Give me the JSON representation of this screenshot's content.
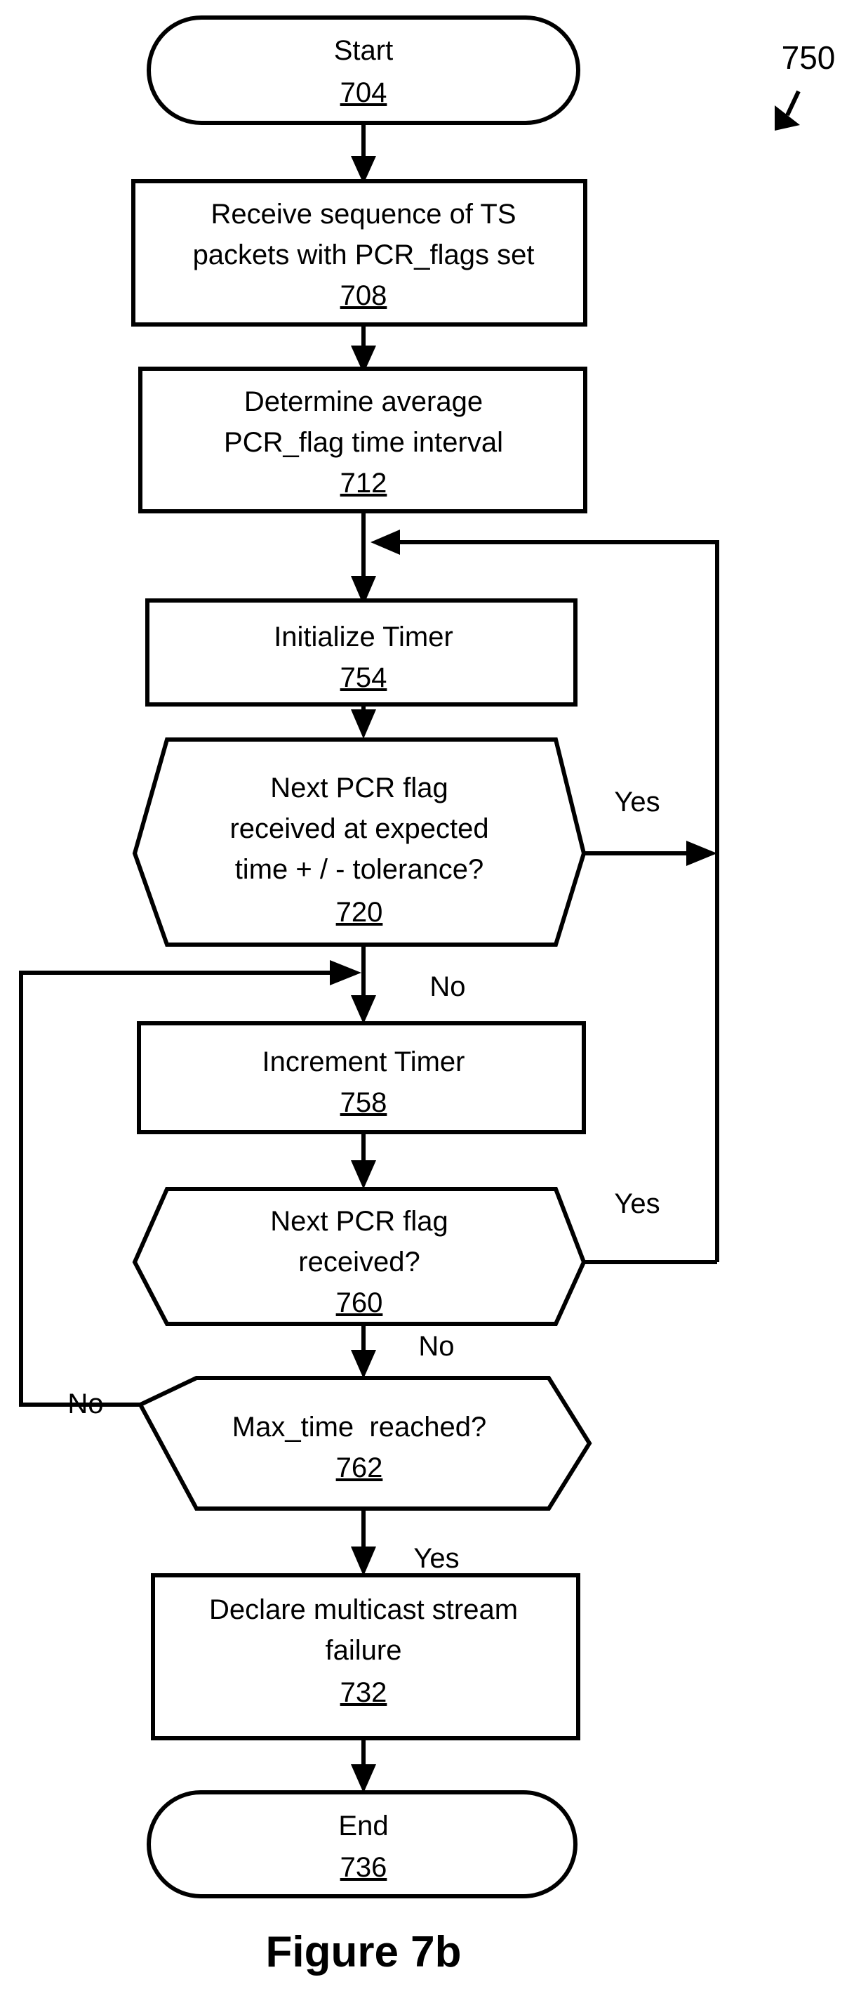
{
  "figure": {
    "caption": "Figure 7b",
    "reference_number": "750",
    "reference_pointer_icon": "down-left-arrow-icon"
  },
  "nodes": [
    {
      "id": "start",
      "shape": "stadium",
      "lines": [
        "Start"
      ],
      "ref": "704"
    },
    {
      "id": "receive-packets",
      "shape": "rect",
      "lines": [
        "Receive sequence of TS",
        "packets with PCR_flags set"
      ],
      "ref": "708"
    },
    {
      "id": "determine-average",
      "shape": "rect",
      "lines": [
        "Determine average",
        "PCR_flag time interval"
      ],
      "ref": "712"
    },
    {
      "id": "initialize-timer",
      "shape": "rect",
      "lines": [
        "Initialize Timer"
      ],
      "ref": "754"
    },
    {
      "id": "decision-expected-time",
      "shape": "hexagon",
      "lines": [
        "Next PCR flag",
        "received at expected",
        "time + / - tolerance?"
      ],
      "ref": "720"
    },
    {
      "id": "increment-timer",
      "shape": "rect",
      "lines": [
        "Increment Timer"
      ],
      "ref": "758"
    },
    {
      "id": "decision-flag-received",
      "shape": "hexagon",
      "lines": [
        "Next PCR flag",
        "received?"
      ],
      "ref": "760"
    },
    {
      "id": "decision-max-time",
      "shape": "hexagon",
      "lines": [
        "Max_time  reached?"
      ],
      "ref": "762"
    },
    {
      "id": "declare-failure",
      "shape": "rect",
      "lines": [
        "Declare multicast stream",
        "failure"
      ],
      "ref": "732"
    },
    {
      "id": "end",
      "shape": "stadium",
      "lines": [
        "End"
      ],
      "ref": "736"
    }
  ],
  "branch_labels": {
    "decision_720_yes": "Yes",
    "decision_720_no": "No",
    "decision_760_yes": "Yes",
    "decision_760_no": "No",
    "decision_762_no": "No",
    "decision_762_yes": "Yes"
  }
}
